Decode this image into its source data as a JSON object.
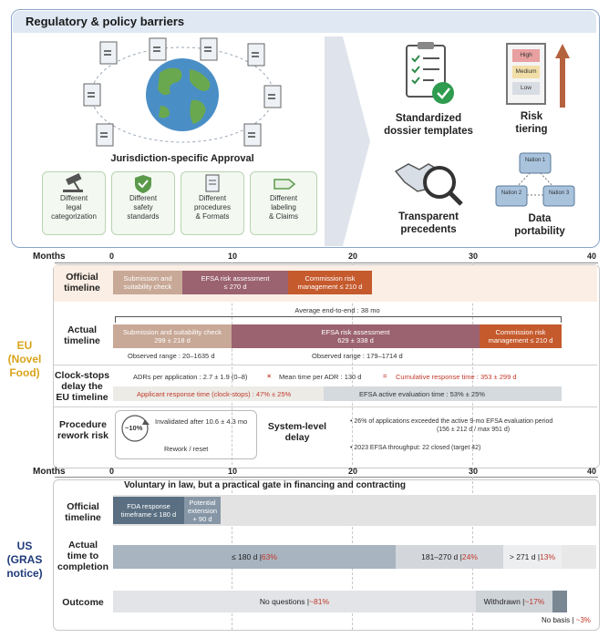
{
  "top": {
    "title": "Regulatory & policy barriers",
    "left_label": "Jurisdiction-specific Approval",
    "differences": [
      {
        "line1": "Different",
        "line2": "legal",
        "line3": "categorization",
        "icon": "gavel-icon"
      },
      {
        "line1": "Different",
        "line2": "safety",
        "line3": "standards",
        "icon": "shield-check-icon"
      },
      {
        "line1": "Different",
        "line2": "procedures",
        "line3": "& Formats",
        "icon": "document-icon"
      },
      {
        "line1": "Different",
        "line2": "labeling",
        "line3": "& Claims",
        "icon": "tag-icon"
      }
    ],
    "solutions": {
      "templates": {
        "line1": "Standardized",
        "line2": "dossier templates"
      },
      "risk": {
        "line1": "Risk",
        "line2": "tiering",
        "levels": [
          "High",
          "Medium",
          "Low"
        ]
      },
      "precedents": {
        "line1": "Transparent",
        "line2": "precedents"
      },
      "portability": {
        "line1": "Data",
        "line2": "portability",
        "nations": [
          "Nation 1",
          "Nation 2",
          "Nation 3"
        ]
      }
    }
  },
  "axis": {
    "label": "Months",
    "ticks": [
      "0",
      "10",
      "20",
      "30",
      "40"
    ]
  },
  "eu": {
    "side_label": [
      "EU",
      "(Novel",
      "Food)"
    ],
    "official": {
      "label": [
        "Official",
        "timeline"
      ],
      "segments": [
        {
          "text": [
            "Submission and",
            "suitability check"
          ]
        },
        {
          "text": [
            "EFSA risk assessment",
            "≤ 270 d"
          ]
        },
        {
          "text": [
            "Commission risk",
            "management ≤ 210 d"
          ]
        }
      ]
    },
    "actual": {
      "label": [
        "Actual",
        "timeline"
      ],
      "avg_label": "Average end-to-end : 38 mo",
      "segments": [
        {
          "text": [
            "Submission and suitability check",
            "299 ± 218 d"
          ]
        },
        {
          "text": [
            "EFSA risk assessment",
            "629 ± 338 d"
          ]
        },
        {
          "text": [
            "Commission risk",
            "management ≤ 210 d"
          ]
        }
      ],
      "range1": "Observed range : 20–1635 d",
      "range2": "Observed range : 179–1714 d"
    },
    "clock": {
      "label": [
        "Clock-stops",
        "delay the",
        "EU timeline"
      ],
      "adr": "ADRs per application : 2.7 ± 1.9 (0–8)",
      "mean": "Mean time per ADR : 130 d",
      "cumulative": "Cumulative response time : 353 ± 299 d",
      "applicant": "Applicant response time (clock-stops) : 47% ± 25%",
      "efsa": "EFSA active evaluation time : 53% ± 25%",
      "applicant_share": 47
    },
    "rework": {
      "label": [
        "Procedure",
        "rework risk"
      ],
      "pct": "~10%",
      "invalidated": "Invalidated after 10.6 ± 4.3 mo",
      "reset": "Rework / reset",
      "system_label": [
        "System-level",
        "delay"
      ],
      "bullet1": [
        "26% of applications exceeded the active 9-mo EFSA evaluation period",
        "(156 ± 212 d / max 951 d)"
      ],
      "bullet2": "2023 EFSA throughput: 22 closed  (target 42)"
    }
  },
  "us": {
    "side_label": [
      "US",
      "(GRAS",
      "notice)"
    ],
    "banner": "Voluntary in law, but a practical gate in financing and contracting",
    "official": {
      "label": [
        "Official",
        "timeline"
      ],
      "seg1": [
        "FDA response",
        "timeframe ≤ 180 d"
      ],
      "seg2": [
        "Potential",
        "extension",
        "+ 90 d"
      ]
    },
    "actual": {
      "label": [
        "Actual",
        "time to",
        "completion"
      ],
      "segments": [
        {
          "range": "≤ 180 d | ",
          "pct": "63%"
        },
        {
          "range": "181–270 d | ",
          "pct": "24%"
        },
        {
          "range": "> 271 d | ",
          "pct": "13%"
        }
      ]
    },
    "outcome": {
      "label": [
        "Outcome"
      ],
      "segments": [
        {
          "name": "No questions | ",
          "pct": "~81%"
        },
        {
          "name": "Withdrawn | ",
          "pct": "~17%"
        },
        {
          "name": "No basis | ",
          "pct": "~3%"
        }
      ]
    }
  },
  "colors": {
    "navy": "#1f3b5c",
    "orange": "#c0501f",
    "eu_gold": "#d9a41c",
    "us_navy": "#1f3b7a",
    "tan": "#c8a896",
    "mauve": "#9b6270",
    "brick": "#c55a2d",
    "slate": "#5a6f82"
  }
}
